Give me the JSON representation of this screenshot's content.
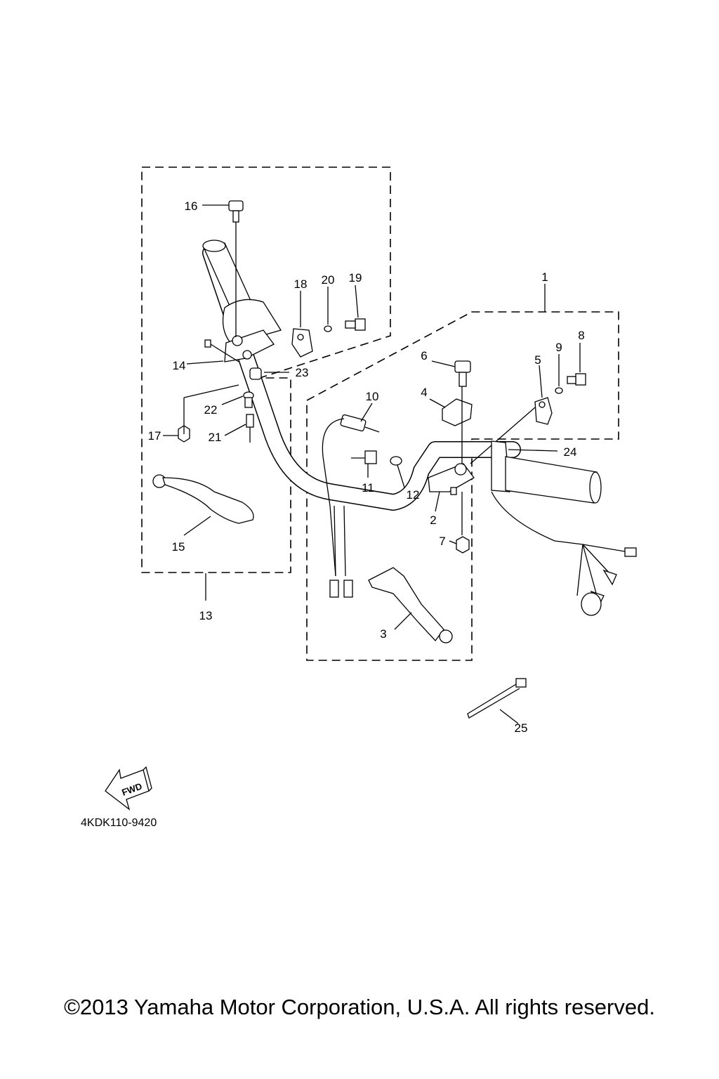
{
  "diagram": {
    "callouts": [
      "1",
      "2",
      "3",
      "4",
      "5",
      "6",
      "7",
      "8",
      "9",
      "10",
      "11",
      "12",
      "13",
      "14",
      "15",
      "16",
      "17",
      "18",
      "19",
      "20",
      "21",
      "22",
      "23",
      "24",
      "25"
    ],
    "code": "4KDK110-9420",
    "fwd_label": "FWD"
  },
  "footer": {
    "copyright": "©2013 Yamaha Motor Corporation, U.S.A. All rights reserved."
  }
}
